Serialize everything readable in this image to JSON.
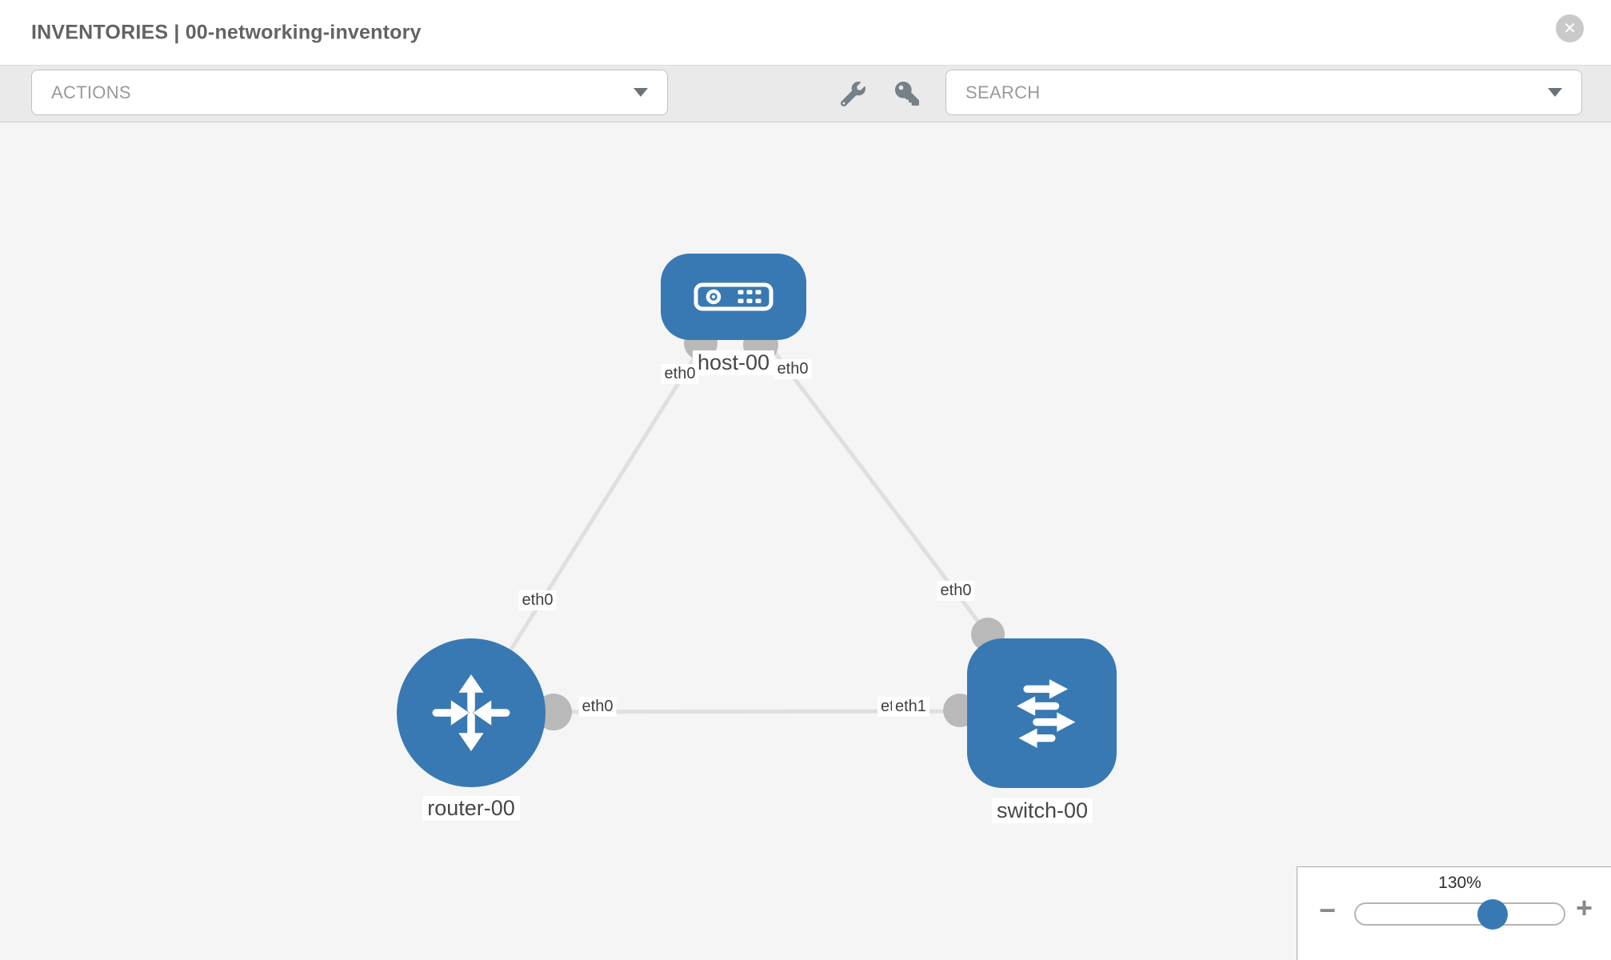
{
  "header": {
    "title": "INVENTORIES | 00-networking-inventory",
    "close_label": "✕"
  },
  "toolbar": {
    "actions": {
      "label": "ACTIONS"
    },
    "search": {
      "placeholder": "SEARCH"
    },
    "tools": [
      {
        "icon": "wrench-icon"
      },
      {
        "icon": "key-icon"
      }
    ]
  },
  "topology": {
    "nodes": [
      {
        "id": "host-00",
        "type": "host",
        "label": "host-00"
      },
      {
        "id": "router-00",
        "type": "router",
        "label": "router-00"
      },
      {
        "id": "switch-00",
        "type": "switch",
        "label": "switch-00"
      }
    ],
    "links": [
      {
        "source": "router-00",
        "target": "host-00",
        "source_interface": "eth0",
        "target_interface": "eth0"
      },
      {
        "source": "host-00",
        "target": "switch-00",
        "source_interface": "eth0",
        "target_interface": "eth0"
      },
      {
        "source": "router-00",
        "target": "switch-00",
        "source_interface": "eth0",
        "target_interface": "eth1"
      }
    ],
    "interface_labels": {
      "host_left": "eth0",
      "host_right": "eth0",
      "router_host_mid": "eth0",
      "switch_top": "eth0",
      "router_right": "eth0",
      "switch_left_back": "eth0",
      "switch_left_front": "eth1"
    }
  },
  "zoom_control": {
    "level": "130%",
    "minus_label": "−",
    "plus_label": "+"
  },
  "colors": {
    "node_blue": "#3879b4",
    "link_gray": "#dfdfdf",
    "port_gray": "#b9b9b9",
    "canvas_bg": "#f5f5f5",
    "toolbar_bg": "#eaeaea"
  }
}
